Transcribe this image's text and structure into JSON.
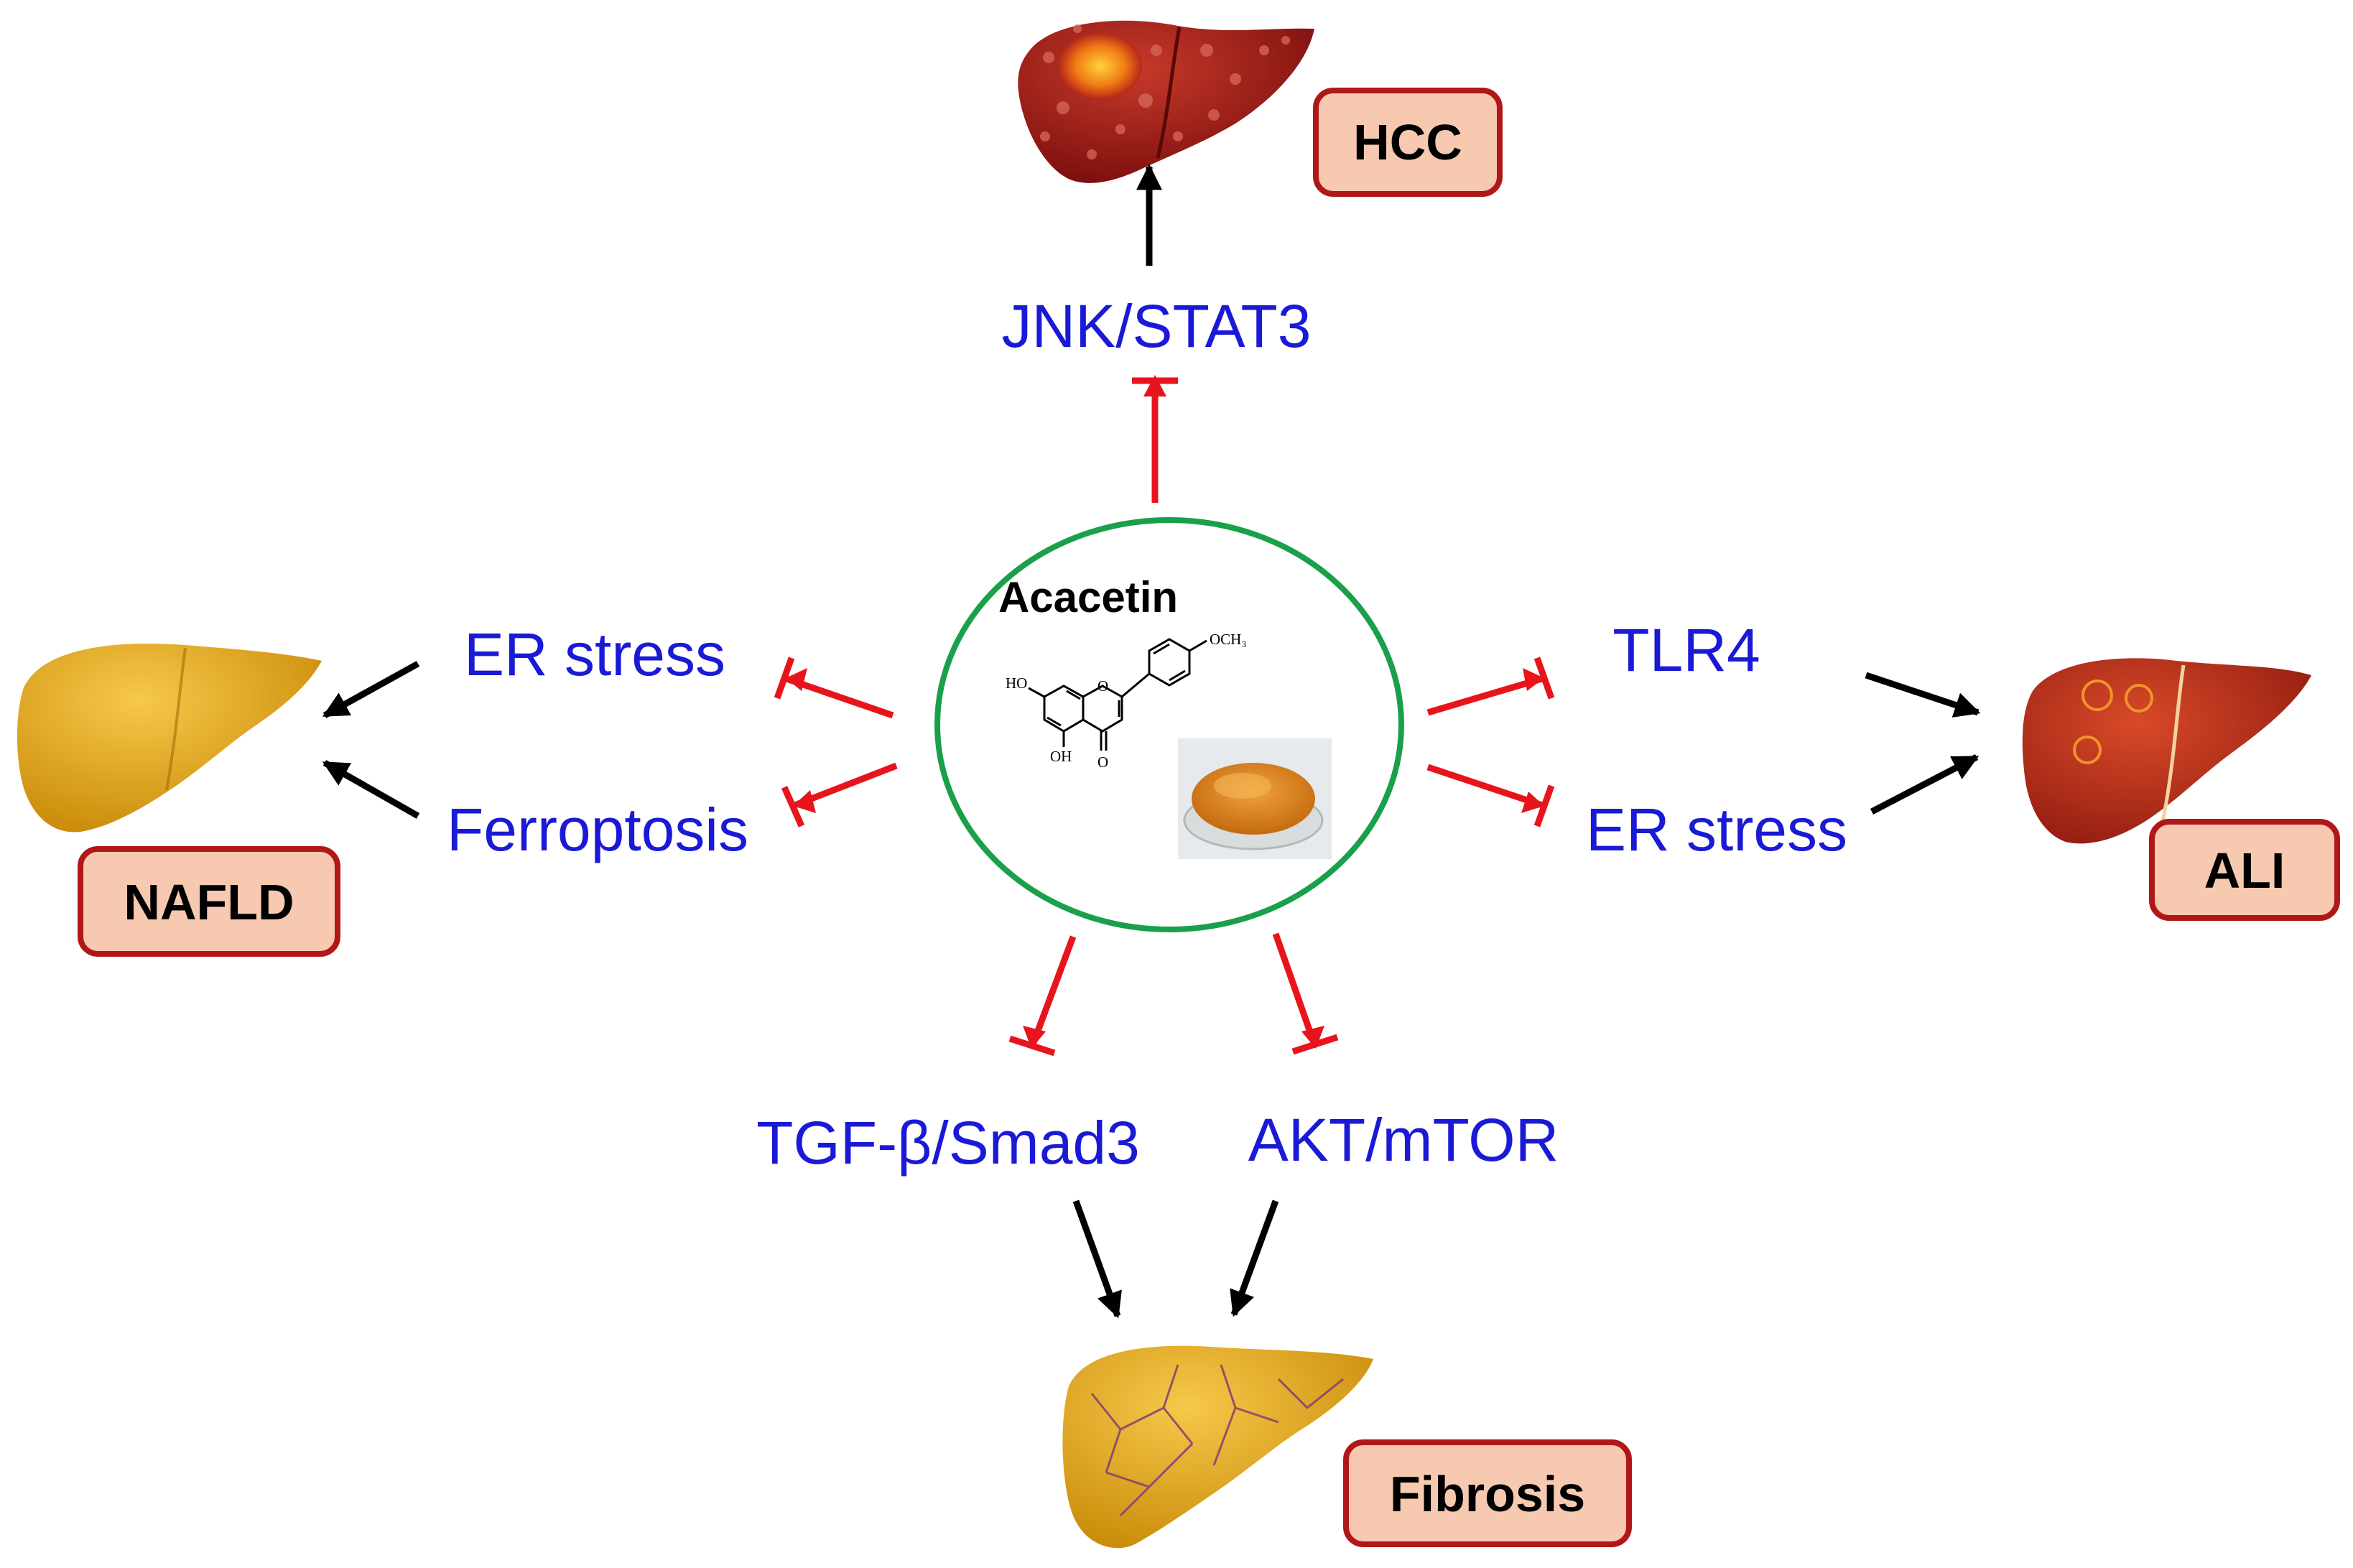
{
  "compound": {
    "name": "Acacetin",
    "groups": {
      "methoxy": "OCH₃",
      "hydroxyl_a": "HO",
      "hydroxyl_b": "OH",
      "ring_oxygen": "O",
      "carbonyl_oxygen": "O"
    }
  },
  "diseases": {
    "hcc": "HCC",
    "nafld": "NAFLD",
    "ali": "ALI",
    "fibrosis": "Fibrosis"
  },
  "pathways": {
    "jnk_stat3": "JNK/STAT3",
    "er_stress_left": "ER stress",
    "ferroptosis": "Ferroptosis",
    "tlr4": "TLR4",
    "er_stress_right": "ER stress",
    "tgf_smad3": "TGF-β/Smad3",
    "akt_mtor": "AKT/mTOR"
  },
  "colors": {
    "inhibition": "#e8141c",
    "promotion": "#000000",
    "pathway_text": "#1a1ad6",
    "compound_circle": "#1aa04a",
    "box_fill": "#f6c9b0",
    "box_border": "#b01818",
    "liver_hcc": "#a61a1a",
    "liver_ali": "#c32a14",
    "liver_nafld": "#e8a814",
    "liver_fibrosis": "#e3a31c"
  },
  "icons": [
    "liver-icon-hcc",
    "liver-icon-nafld",
    "liver-icon-ali",
    "liver-icon-fibrosis",
    "acacetin-powder-icon"
  ]
}
